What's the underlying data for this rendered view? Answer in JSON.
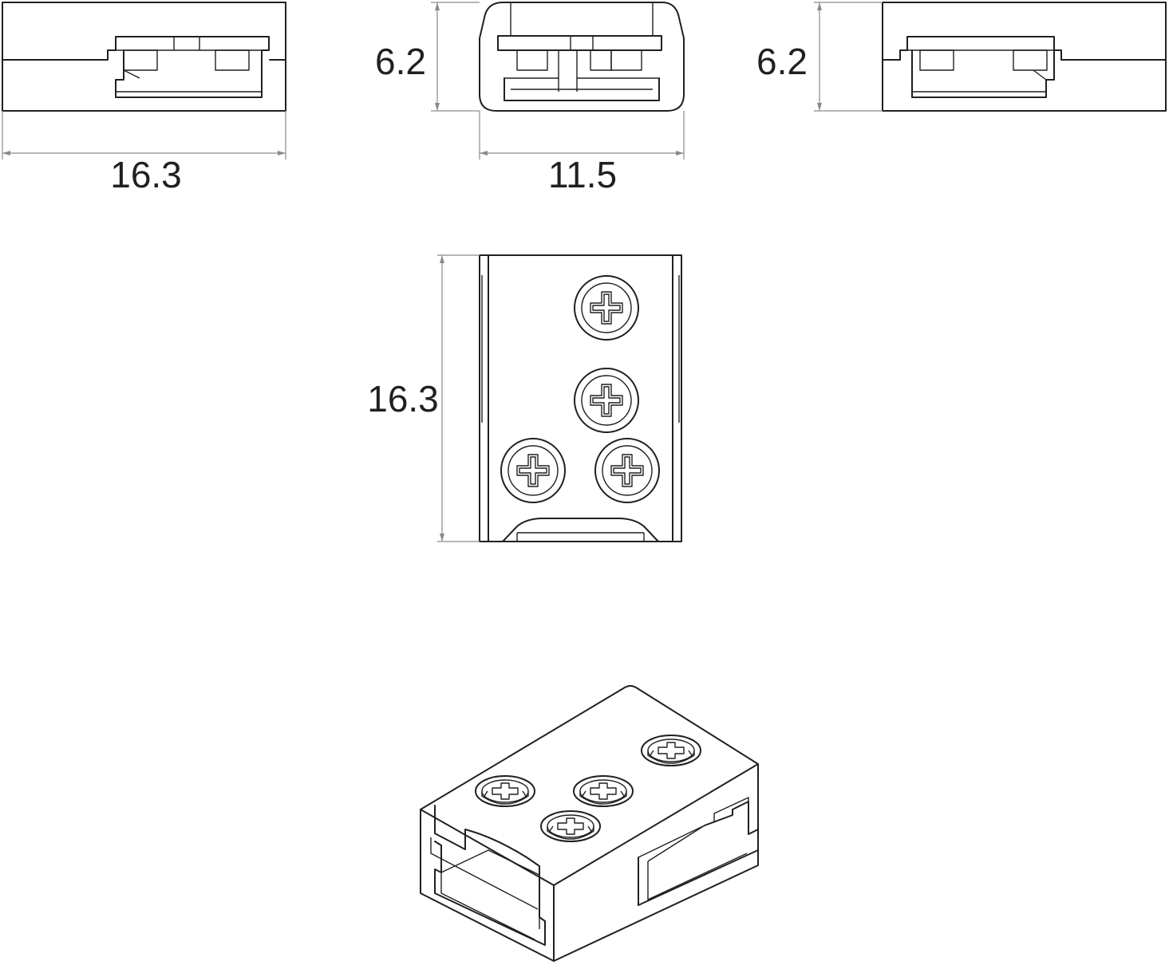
{
  "dimensions": {
    "front_width": "16.3",
    "side_width": "11.5",
    "side_height": "6.2",
    "back_height": "6.2",
    "top_length": "16.3"
  },
  "colors": {
    "line": "#231f20",
    "dimension_line": "#8a8a8a",
    "background": "#ffffff"
  }
}
